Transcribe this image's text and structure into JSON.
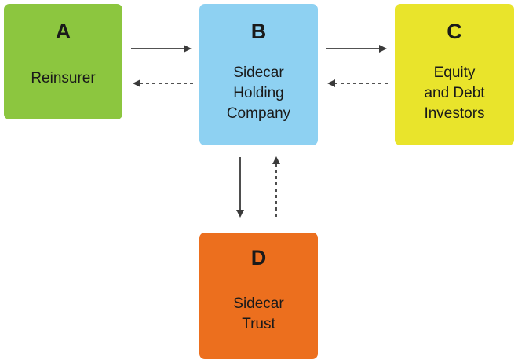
{
  "colors": {
    "a": "#8cc63f",
    "b": "#8ed1f2",
    "c": "#e9e42b",
    "d": "#ec6f1e",
    "arrow": "#3a3a3a"
  },
  "boxes": {
    "a": {
      "letter": "A",
      "lines": [
        "Reinsurer"
      ]
    },
    "b": {
      "letter": "B",
      "lines": [
        "Sidecar",
        "Holding",
        "Company"
      ]
    },
    "c": {
      "letter": "C",
      "lines": [
        "Equity",
        "and Debt",
        "Investors"
      ]
    },
    "d": {
      "letter": "D",
      "lines": [
        "Sidecar",
        "Trust"
      ]
    }
  },
  "arrows": [
    {
      "from": "a",
      "to": "b",
      "style": "solid"
    },
    {
      "from": "b",
      "to": "a",
      "style": "dashed"
    },
    {
      "from": "b",
      "to": "c",
      "style": "solid"
    },
    {
      "from": "c",
      "to": "b",
      "style": "dashed"
    },
    {
      "from": "b",
      "to": "d",
      "style": "solid"
    },
    {
      "from": "d",
      "to": "b",
      "style": "dashed"
    }
  ]
}
